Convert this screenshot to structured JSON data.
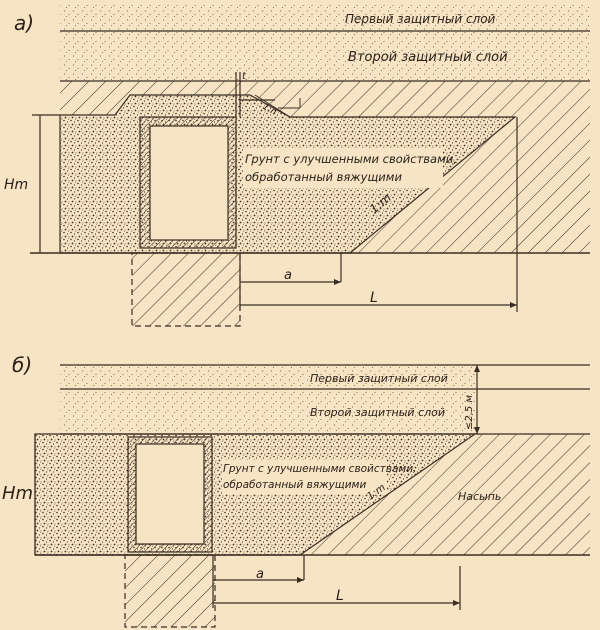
{
  "panel_a": {
    "tag": "а)",
    "layer1": "Первый защитный слой",
    "layer2": "Второй защитный слой",
    "soil": [
      "Грунт с улучшенными свойствами,",
      "обработанный вяжущими"
    ],
    "height": "Hm",
    "slope": "1:m",
    "slope_top": "1:n",
    "thickness": "t",
    "dim_a": "a",
    "dim_L": "L"
  },
  "panel_b": {
    "tag": "б)",
    "layer1": "Первый защитный слой",
    "layer2": "Второй защитный слой",
    "soil": [
      "Грунт с улучшенными свойствами,",
      "обработанный вяжущими"
    ],
    "height": "Hm",
    "depth": "≤2,5 м",
    "slope": "1:m",
    "embankment": "Насыпь",
    "dim_a": "a",
    "dim_L": "L"
  },
  "colors": {
    "background": "#f7e4c4",
    "line": "#3a2e22",
    "speckle": "#4a3a2a"
  }
}
